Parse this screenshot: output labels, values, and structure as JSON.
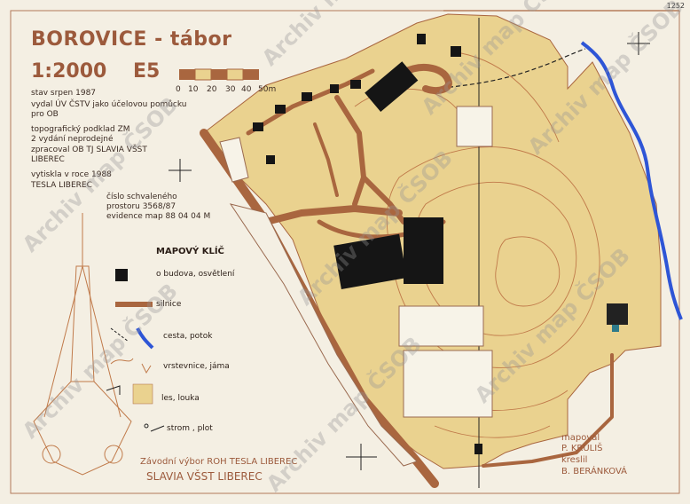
{
  "title": "BOROVICE - tábor",
  "scale": "1:2000",
  "sheet": "E5",
  "scale_bar_labels": [
    "0",
    "10",
    "20",
    "30",
    "40",
    "50m"
  ],
  "imprint_lines": [
    "stav srpen 1987",
    "vydal ÚV ČSTV jako účelovou pomůcku",
    "pro OB",
    "topografický podklad ZM",
    "2 vydání    neprodejné",
    "zpracoval  OB TJ SLAVIA VŠST",
    "LIBEREC",
    "vytiskla v roce 1988",
    "TESLA LIBEREC",
    "číslo schvaleného",
    "prostoru  3568/87",
    "evidence map  88 04 04 M"
  ],
  "legend": {
    "title": "MAPOVÝ KLÍČ",
    "items": [
      {
        "symbol": "building",
        "label": "o  budova, osvětlení"
      },
      {
        "symbol": "road",
        "label": "silnice"
      },
      {
        "symbol": "path-stream",
        "label": "cesta, potok"
      },
      {
        "symbol": "contour",
        "label": "vrstevnice, jáma"
      },
      {
        "symbol": "forest",
        "label": "les, louka"
      },
      {
        "symbol": "tree",
        "label": "strom , plot"
      }
    ]
  },
  "credits_left": {
    "line1": "Závodní výbor  ROH TESLA LIBEREC",
    "line2": "SLAVIA VŠST LIBEREC"
  },
  "credits_right": {
    "mapped_label": "mapoval",
    "mapped_by": "P. KRULIŠ",
    "drawn_label": "kreslil",
    "drawn_by": "B. BERÁNKOVÁ"
  },
  "corner_number": "1252",
  "watermarks": [
    "Archiv map ČSOB",
    "Archiv map ČSOB",
    "Archiv map ČSOB",
    "Archiv map ČSOB",
    "Archiv map ČSOB",
    "Archiv map ČSOB",
    "Archiv map ČSOB",
    "Archiv map ČSOB"
  ],
  "colors": {
    "paper": "#f4efe3",
    "forest": "#ead28f",
    "road": "#a9663f",
    "building": "#151515",
    "stream": "#2e55d6",
    "text_brown": "#9c5a3c"
  }
}
